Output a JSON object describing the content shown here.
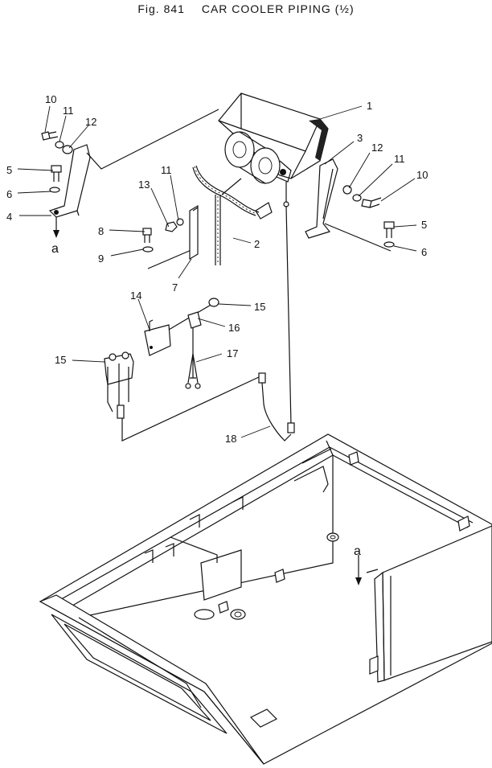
{
  "figure": {
    "number": "Fig. 841",
    "title": "CAR COOLER PIPING (½)"
  },
  "callouts": {
    "c1": "1",
    "c2": "2",
    "c3": "3",
    "c4": "4",
    "c5a": "5",
    "c5b": "5",
    "c6a": "6",
    "c6b": "6",
    "c7": "7",
    "c8": "8",
    "c9": "9",
    "c10a": "10",
    "c10b": "10",
    "c11a": "11",
    "c11b": "11",
    "c11c": "11",
    "c12a": "12",
    "c12b": "12",
    "c13": "13",
    "c14": "14",
    "c15a": "15",
    "c15b": "15",
    "c16": "16",
    "c17": "17",
    "c18": "18"
  },
  "reference_marks": {
    "left": "a",
    "right": "a"
  }
}
